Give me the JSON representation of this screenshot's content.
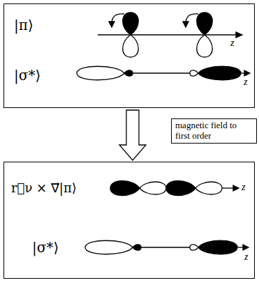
{
  "diagram": {
    "nodes": [
      {
        "text": [
          "|π⟩",
          "|σ*⟩"
        ]
      },
      {
        "text": [
          "magnetic field to first order"
        ]
      },
      {
        "text": [
          "r⃗ν × ∇⃗|π⟩",
          "|σ*⟩"
        ]
      }
    ],
    "edges": [
      {
        "from": 0,
        "to": 2,
        "arrow": "to"
      }
    ],
    "labels": [
      "z",
      "z",
      "z",
      "z"
    ]
  }
}
